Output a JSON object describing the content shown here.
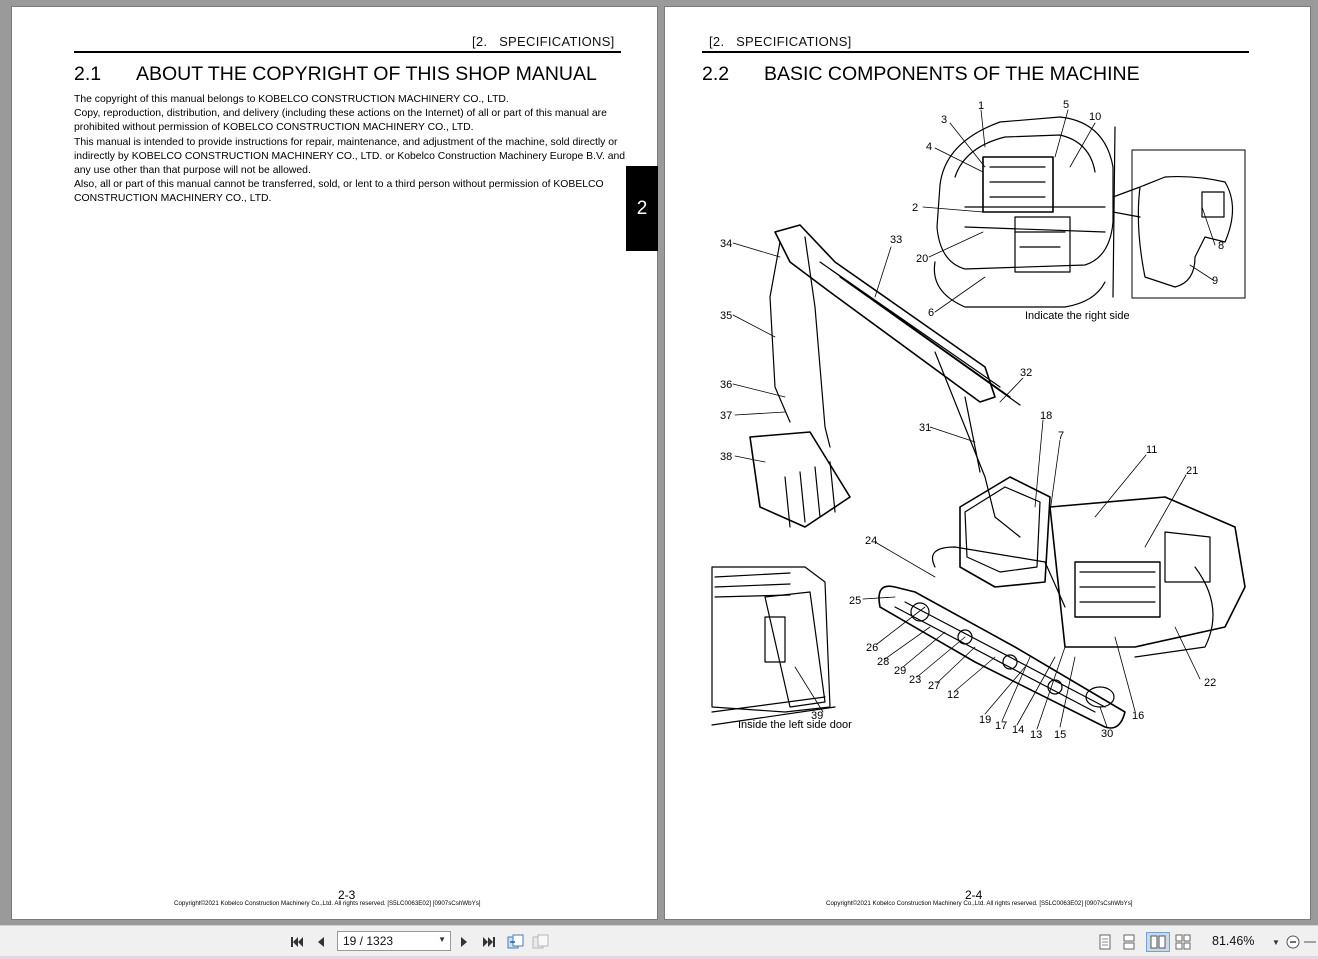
{
  "left_page": {
    "header": "[2.   SPECIFICATIONS]",
    "section_number": "2.1",
    "section_title": "ABOUT THE COPYRIGHT OF THIS SHOP MANUAL",
    "paragraphs": [
      "The copyright of this manual belongs to KOBELCO CONSTRUCTION MACHINERY CO., LTD.",
      "Copy, reproduction, distribution, and delivery (including these actions on the Internet) of all or part of this manual are prohibited without permission of KOBELCO CONSTRUCTION MACHINERY CO., LTD.",
      "This manual is intended to provide instructions for repair, maintenance, and adjustment of the machine, sold directly or indirectly by KOBELCO CONSTRUCTION MACHINERY CO., LTD. or Kobelco Construction Machinery Europe B.V. and any use other than that purpose will not be allowed.",
      "Also, all or part of this manual cannot be transferred, sold, or lent to a third person without permission of KOBELCO CONSTRUCTION MACHINERY CO., LTD."
    ],
    "chapter_tab": "2",
    "page_number": "2-3",
    "copyright": "Copyright©2021 Kobelco Construction Machinery Co.,Ltd. All rights reserved. [S5LC0063E02] [0907sCshWbYs]"
  },
  "right_page": {
    "header": "[2.   SPECIFICATIONS]",
    "section_number": "2.2",
    "section_title": "BASIC COMPONENTS OF THE MACHINE",
    "inset_right_caption": "Indicate the right side",
    "inset_left_caption": "Inside the left side door",
    "callouts": [
      "1",
      "2",
      "3",
      "4",
      "5",
      "6",
      "7",
      "8",
      "9",
      "10",
      "11",
      "12",
      "13",
      "14",
      "15",
      "16",
      "17",
      "18",
      "19",
      "20",
      "21",
      "22",
      "23",
      "24",
      "25",
      "26",
      "27",
      "28",
      "29",
      "30",
      "31",
      "32",
      "33",
      "34",
      "35",
      "36",
      "37",
      "38",
      "39"
    ],
    "page_number": "2-4",
    "copyright": "Copyright©2021 Kobelco Construction Machinery Co.,Ltd. All rights reserved. [S5LC0063E02] [0907sCshWbYs]"
  },
  "toolbar": {
    "page_field": "19 / 1323",
    "zoom": "81.46%",
    "icons": [
      "first-page-icon",
      "prev-page-icon",
      "next-page-icon",
      "last-page-icon",
      "previous-view-icon",
      "next-view-icon",
      "single-page-icon",
      "continuous-icon",
      "two-page-icon",
      "two-page-continuous-icon",
      "zoom-dropdown-icon",
      "zoom-out-icon"
    ]
  }
}
